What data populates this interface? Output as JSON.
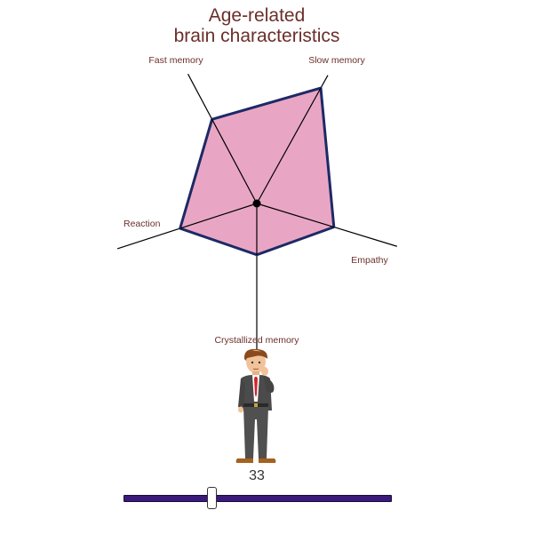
{
  "title": {
    "line1": "Age-related",
    "line2": "brain characteristics"
  },
  "chart_data": {
    "type": "radar",
    "axes": [
      "Fast memory",
      "Slow memory",
      "Empathy",
      "Crystallized memory",
      "Reaction"
    ],
    "values": [
      0.65,
      0.9,
      0.55,
      0.35,
      0.55
    ],
    "colors": {
      "fill": "#e9a6c4",
      "stroke": "#1d2a66"
    }
  },
  "figure": {
    "icon": "businessman-thinking-icon"
  },
  "slider": {
    "value": "33",
    "fraction": 0.33
  }
}
